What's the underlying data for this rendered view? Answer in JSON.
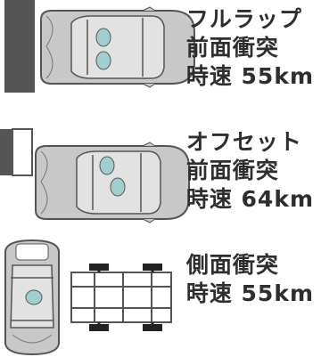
{
  "tests": [
    {
      "lines": [
        "フルラップ",
        "前面衝突",
        "時速 55km"
      ]
    },
    {
      "lines": [
        "オフセット",
        "前面衝突",
        "時速 64km"
      ]
    },
    {
      "lines": [
        "側面衝突",
        "時速 55km"
      ]
    }
  ],
  "colors": {
    "barrier_dark": "#555555",
    "car_body": "#c8c8c8",
    "car_outline": "#555555",
    "airbag": "#9fd0cf",
    "text": "#2e2e2e"
  }
}
